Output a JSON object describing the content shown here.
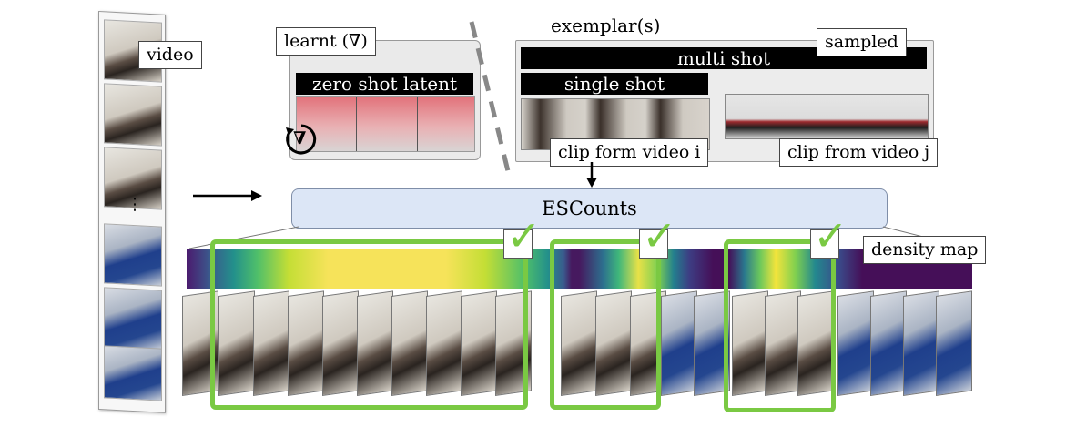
{
  "labels": {
    "video": "video",
    "learnt": "learnt (∇)",
    "zero_shot": "zero shot latent",
    "exemplars": "exemplar(s)",
    "sampled": "sampled",
    "multi_shot": "multi shot",
    "single_shot": "single shot",
    "clip_i": "clip form video i",
    "clip_j": "clip from video j",
    "escounts": "ESCounts",
    "density_map": "density map",
    "nabla_symbol": "∇",
    "check_symbol": "✓",
    "dots": "⋮"
  },
  "icons": [
    "rotate-nabla-icon",
    "check-icon",
    "arrow-right-icon",
    "arrow-down-icon"
  ],
  "colors": {
    "highlight_green": "#7ac943",
    "es_box": "#dce6f6",
    "latent_top": "#e2727a"
  }
}
